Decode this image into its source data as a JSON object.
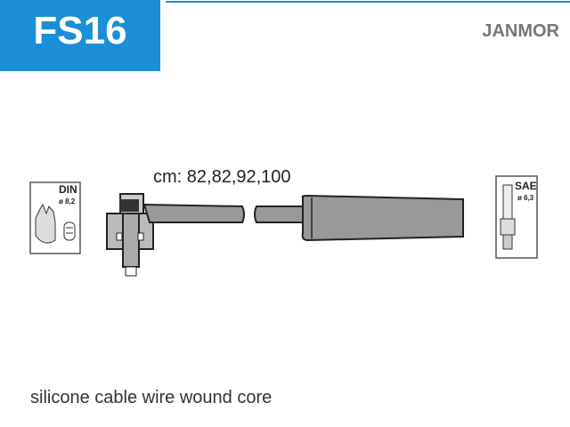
{
  "header": {
    "code": "FS16",
    "brand": "JANMOR"
  },
  "cable": {
    "lengths_label": "cm: 82,82,92,100"
  },
  "left_connector": {
    "type": "DIN",
    "diameter": "ø 8,2"
  },
  "right_connector": {
    "type": "SAE",
    "diameter": "ø 6,3"
  },
  "description": "silicone cable wire wound core",
  "colors": {
    "brand_blue": "#1a8fd6",
    "cable_gray": "#999999"
  }
}
